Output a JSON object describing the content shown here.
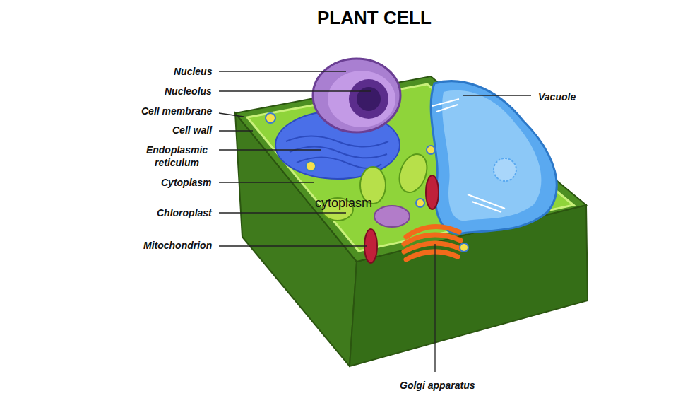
{
  "diagram": {
    "title": "PLANT CELL",
    "labels": [
      "Nucleus",
      "Nucleolus",
      "Cell membrane",
      "Cell wall",
      "Endoplasmic reticulum",
      "Cytoplasm",
      "Chloroplast",
      "Mitochondrion",
      "Vacuole",
      "cytoplasm",
      "Golgi apparatus"
    ]
  }
}
